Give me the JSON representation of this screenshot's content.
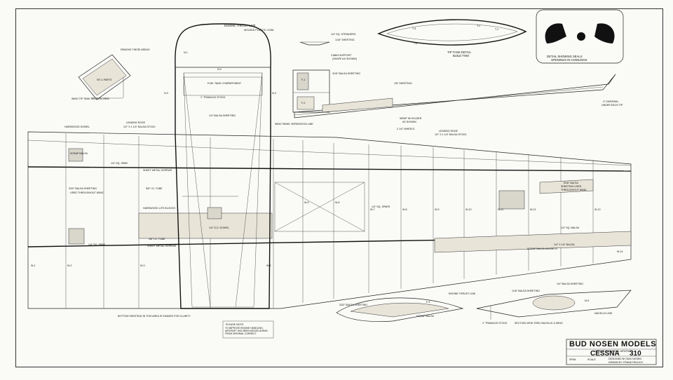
{
  "labels": {
    "engine_thrust_line": "ENGINE THRUST LINE",
    "molded_plastic_cowl": "MOLDED PLASTIC COWL",
    "sq_stringers": "1/4\" SQ. STRINGERS",
    "sheeting_116": "1/16\" SHEETING",
    "cabin_support": "CABIN SUPPORT",
    "shape_as_shown": "(SHAPE AS SHOWN)",
    "balsa_sheeting_316": "3/16\" BALSA SHEETING",
    "remove_these_areas": "REMOVE THESE AREAS",
    "wt_parts": "WT-1 PARTS",
    "wing_tip_tank_section_view": "WING TIP TANK SECTION VIEW",
    "fuel_tank_compartment": "FUEL TANK COMPARTMENT",
    "triangle_stock": "1\" TRIANGLE STOCK",
    "balsa_sheeting_14": "1/4\" BALSA SHEETING",
    "wing_panel_separation_line": "WING PANEL SEPARATION LINE",
    "hardwood_dowel": "HARDWOOD DOWEL",
    "leading_edge": "LEADING EDGE",
    "leading_edge_stock": "1/2\" X 1 1/4\" BALSA STOCK",
    "scrap_balsa": "SCRAP BALSA",
    "sq_spar": "1/4\" SQ. SPAR",
    "sheet_metal_screws": "SHEET METAL SCREWS",
    "id_tube_58": "5/8\" I.D. TUBE",
    "balsa_sheeting_332": "3/32\" BALSA SHEETING",
    "used_throughout_wing": "USED THROUGHOUT WING",
    "hardwood_lite_blocks": "HARDWOOD LITE BLOCKS",
    "od_dowel": "1/4\" O.D. DOWEL",
    "id_tube_3": "3/8\" I.D. TUBE",
    "sheet_metal_screws_2": "SHEET METAL SCREWS",
    "sq_spar_2": "1/4\" SQ. SPAR",
    "bottom_sheeting": "BOTTOM SHEETING IN THIS AREA IS SHADED FOR CLARITY",
    "please_note": "PLEASE NOTE:",
    "note_body": "TO IMPROVE ENGINE HANDLING, AIRCRAFT HAS BEEN MOVED AHEAD FROM ORIGINAL CORRECT.",
    "tip_tank_detail": "TIP TANK DETAIL",
    "build_two": "BUILD TWO",
    "detail_showing_seals": "DETAIL SHOWING SEALS",
    "openings_in_cowlings": "OPENINGS IN COWLINGS",
    "dihedral": "4\" DIHEDRAL",
    "under_each_tip": "UNDER EACH TIP",
    "wrap_in_holder": "WRAP IN HOLDER",
    "as_shown": "AS SHOWN",
    "wheels": "2 1/4\" WHEELS",
    "leading_edge_2": "LEADING EDGE",
    "leading_edge_stock_2": "1/2\" X 1 1/4\" BALSA STOCK",
    "sheeting_516": "5/16\" BALSA",
    "sheeting_516_b": "SHEETING USED",
    "sheeting_516_c": "THROUGHOUT WING",
    "sq_spars": "1/4\" SQ. SPARS",
    "scrap_balsa_gussets": "SCRAP BALSA GUSSETS",
    "sq_balsa_14": "1/4\" SQ. BALSA",
    "sq_balsa_14b": "1/4\" X 1/4\" BALSA",
    "engine_thrust_line_2": "ENGINE THRUST LINE",
    "sq_balsa_sheeting": "1/4\" BALSA SHEETING",
    "sheeting_332_b": "3/32\" BALSA SHEETING",
    "scrap_balsa_2": "SCRAP BALSA",
    "triangle_stock_2": "1\" TRIANGLE STOCK",
    "section_view": "SECTION VIEW THRU NACELLE & WING",
    "balsa_sheeting_bottom": "1/16\" BALSA SHEETING",
    "m_sheeting": "1/8\" SHEETING",
    "nacelle_l": "NACELLE LINE"
  },
  "ribs": {
    "w2": "W-2",
    "w3": "W-3",
    "w4": "W-4",
    "w5": "W-5",
    "w6": "W-6",
    "w7": "W-7",
    "w8": "W-8",
    "w9": "W-9",
    "w10": "W-10",
    "w11": "W-11",
    "w12": "W-12",
    "w13": "W-13",
    "w14": "W-14",
    "w1": "W-1",
    "n1": "N-1",
    "n2": "N-2",
    "n3": "N-3",
    "n4": "N-4",
    "t1": "T-1",
    "t2": "T-2",
    "t3": "T-3",
    "t4": "T-4",
    "t5": "T-5",
    "f1": "F-1",
    "f2": "F-2",
    "f3": "F-3",
    "m5": "M-5"
  },
  "title_block": {
    "brand": "BUD NOSEN MODELS",
    "subtitle": "DISTINCTIVE MODEL AIRCRAFT",
    "model_name": "CESSNA",
    "model_number": "310",
    "span_label": "SPAN",
    "scale_label": "SCALE",
    "designed_by": "DESIGNED BY BUD NOSEN",
    "drawn_by": "DRAWN BY: FRANK PAVLICH"
  },
  "colors": {
    "paper": "#fafaf7",
    "ink": "#111111",
    "balsa_shade": "#e8e4d8",
    "border": "#000000"
  }
}
